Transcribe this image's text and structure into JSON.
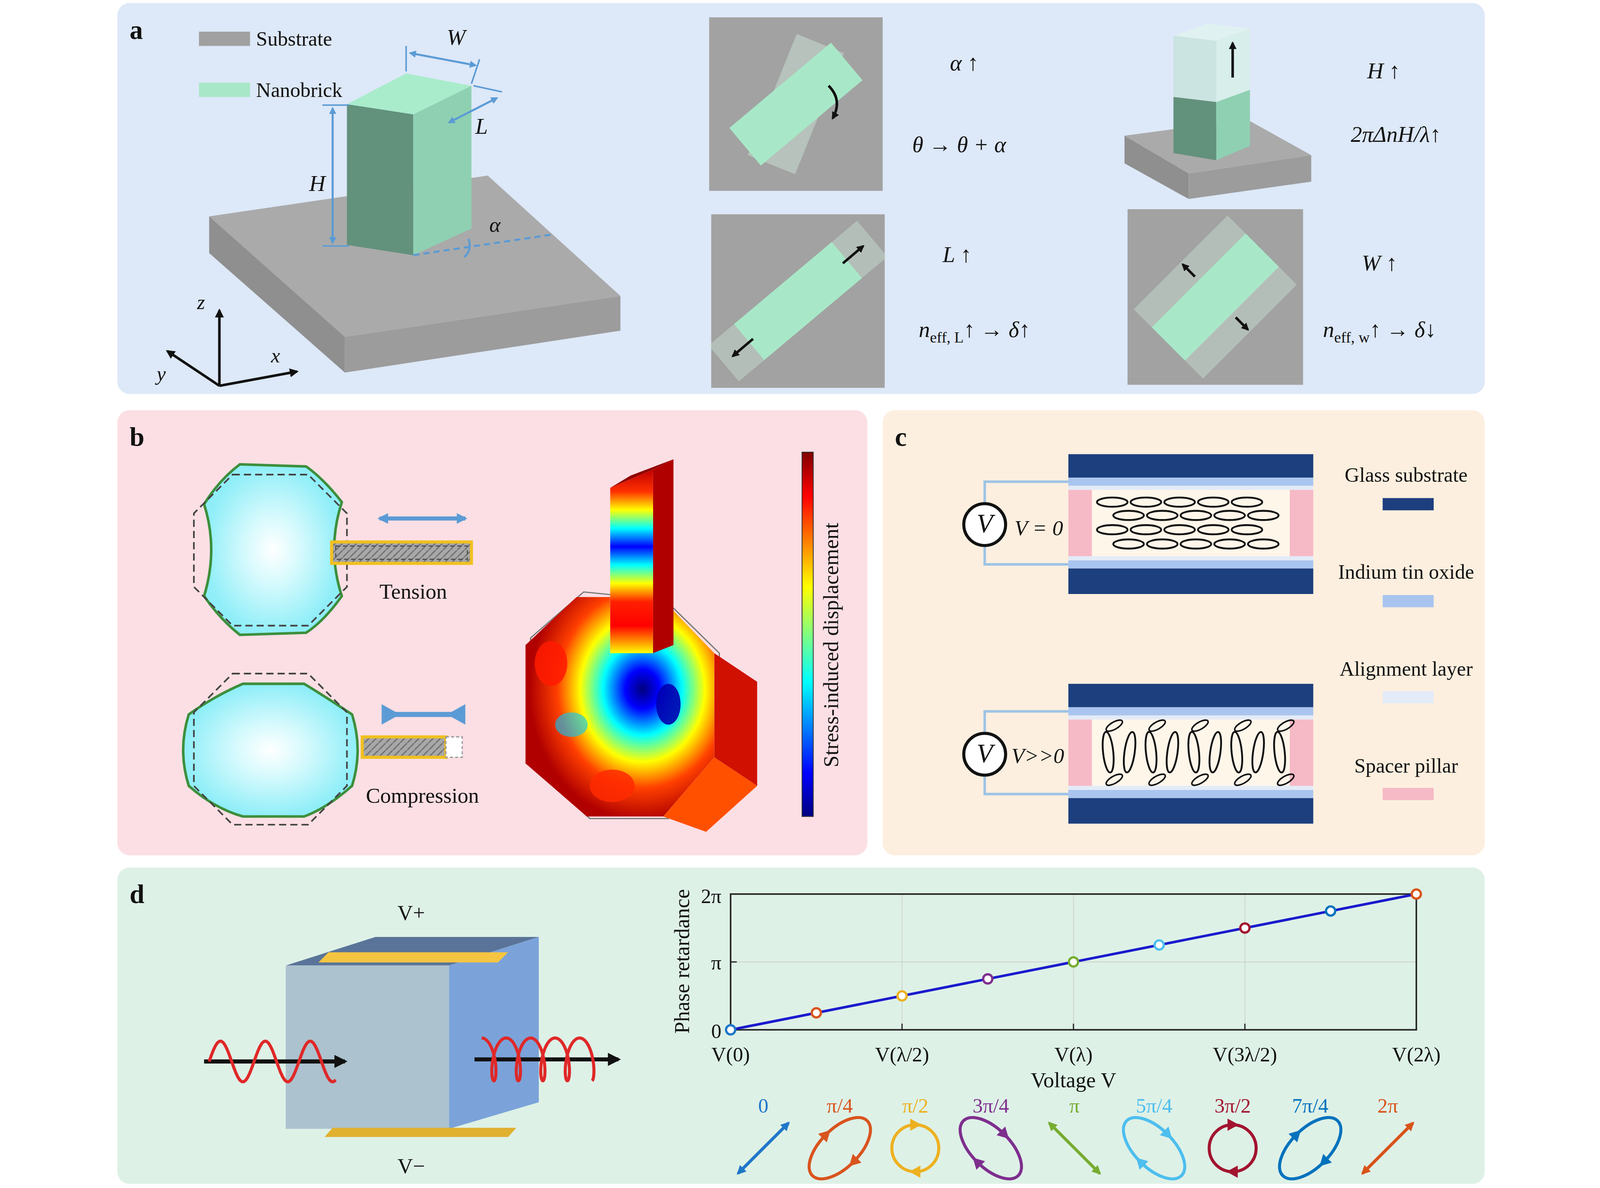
{
  "diagram": {
    "nodes": [
      {
        "text": [
          "a"
        ]
      },
      {
        "text": [
          "b"
        ]
      },
      {
        "text": [
          "c"
        ]
      },
      {
        "text": [
          "V"
        ],
        "in": 2
      },
      {
        "text": [
          "V"
        ],
        "in": 2
      },
      {
        "text": [
          "d"
        ]
      }
    ],
    "labels": [
      "W",
      "L",
      "H",
      "α",
      "z",
      "y",
      "x",
      "α ↑",
      "θ → θ + α",
      "L ↑",
      "n",
      "eff, L",
      "↑ → δ↑",
      "H ↑",
      "2πΔnH/λ↑",
      "W ↑",
      "n",
      "eff, w",
      "↑ → δ↓",
      "Tension",
      "Compression",
      "Stress-induced displacement",
      "V = 0",
      "V>>0",
      "V+",
      "V−",
      "2π",
      "π",
      "0",
      "Phase retardance",
      "V(0)",
      "V(λ/2)",
      "V(λ)",
      "V(3λ/2)",
      "V(2λ)",
      "Voltage V",
      "0",
      "π/4",
      "π/2",
      "3π/4",
      "π",
      "5π/4",
      "3π/2",
      "7π/4",
      "2π"
    ],
    "legend": [
      {
        "text": "Substrate",
        "color": "#a0a0a0"
      },
      {
        "text": "Nanobrick",
        "color": "#a8e8c8"
      },
      {
        "text": "Glass substrate",
        "color": "#1d3f7e"
      },
      {
        "text": "Indium tin oxide",
        "color": "#a9c5ef"
      },
      {
        "text": "Alignment layer",
        "color": "#e3ebf8"
      },
      {
        "text": "Spacer pillar",
        "color": "#f6b9c6"
      }
    ]
  }
}
